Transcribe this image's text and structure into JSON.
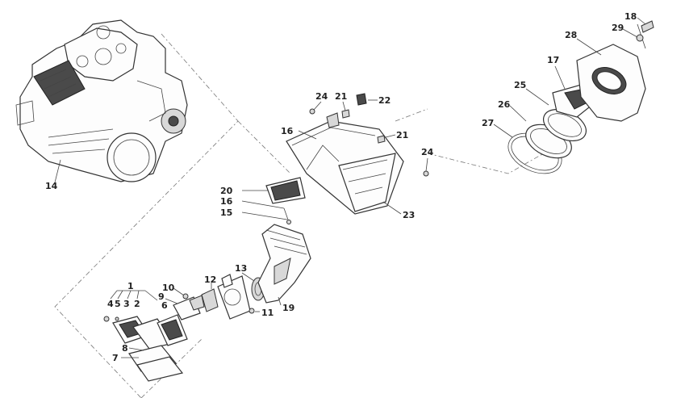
{
  "callouts": {
    "c1": "1",
    "c2": "2",
    "c3": "3",
    "c4": "4",
    "c5": "5",
    "c6": "6",
    "c7": "7",
    "c8": "8",
    "c9": "9",
    "c10": "10",
    "c11": "11",
    "c12": "12",
    "c13": "13",
    "c14": "14",
    "c15": "15",
    "c16a": "16",
    "c16b": "16",
    "c17": "17",
    "c18": "18",
    "c19": "19",
    "c20": "20",
    "c21a": "21",
    "c21b": "21",
    "c22": "22",
    "c23": "23",
    "c24a": "24",
    "c24b": "24",
    "c25": "25",
    "c26": "26",
    "c27": "27",
    "c28": "28",
    "c29": "29"
  }
}
